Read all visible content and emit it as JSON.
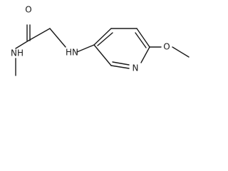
{
  "molecule": {
    "atoms": {
      "carbonyl_oxygen": "O",
      "amide_nitrogen": "NH",
      "amine_nitrogen": "HN",
      "pyridine_nitrogen": "N",
      "ether_oxygen": "O"
    }
  }
}
